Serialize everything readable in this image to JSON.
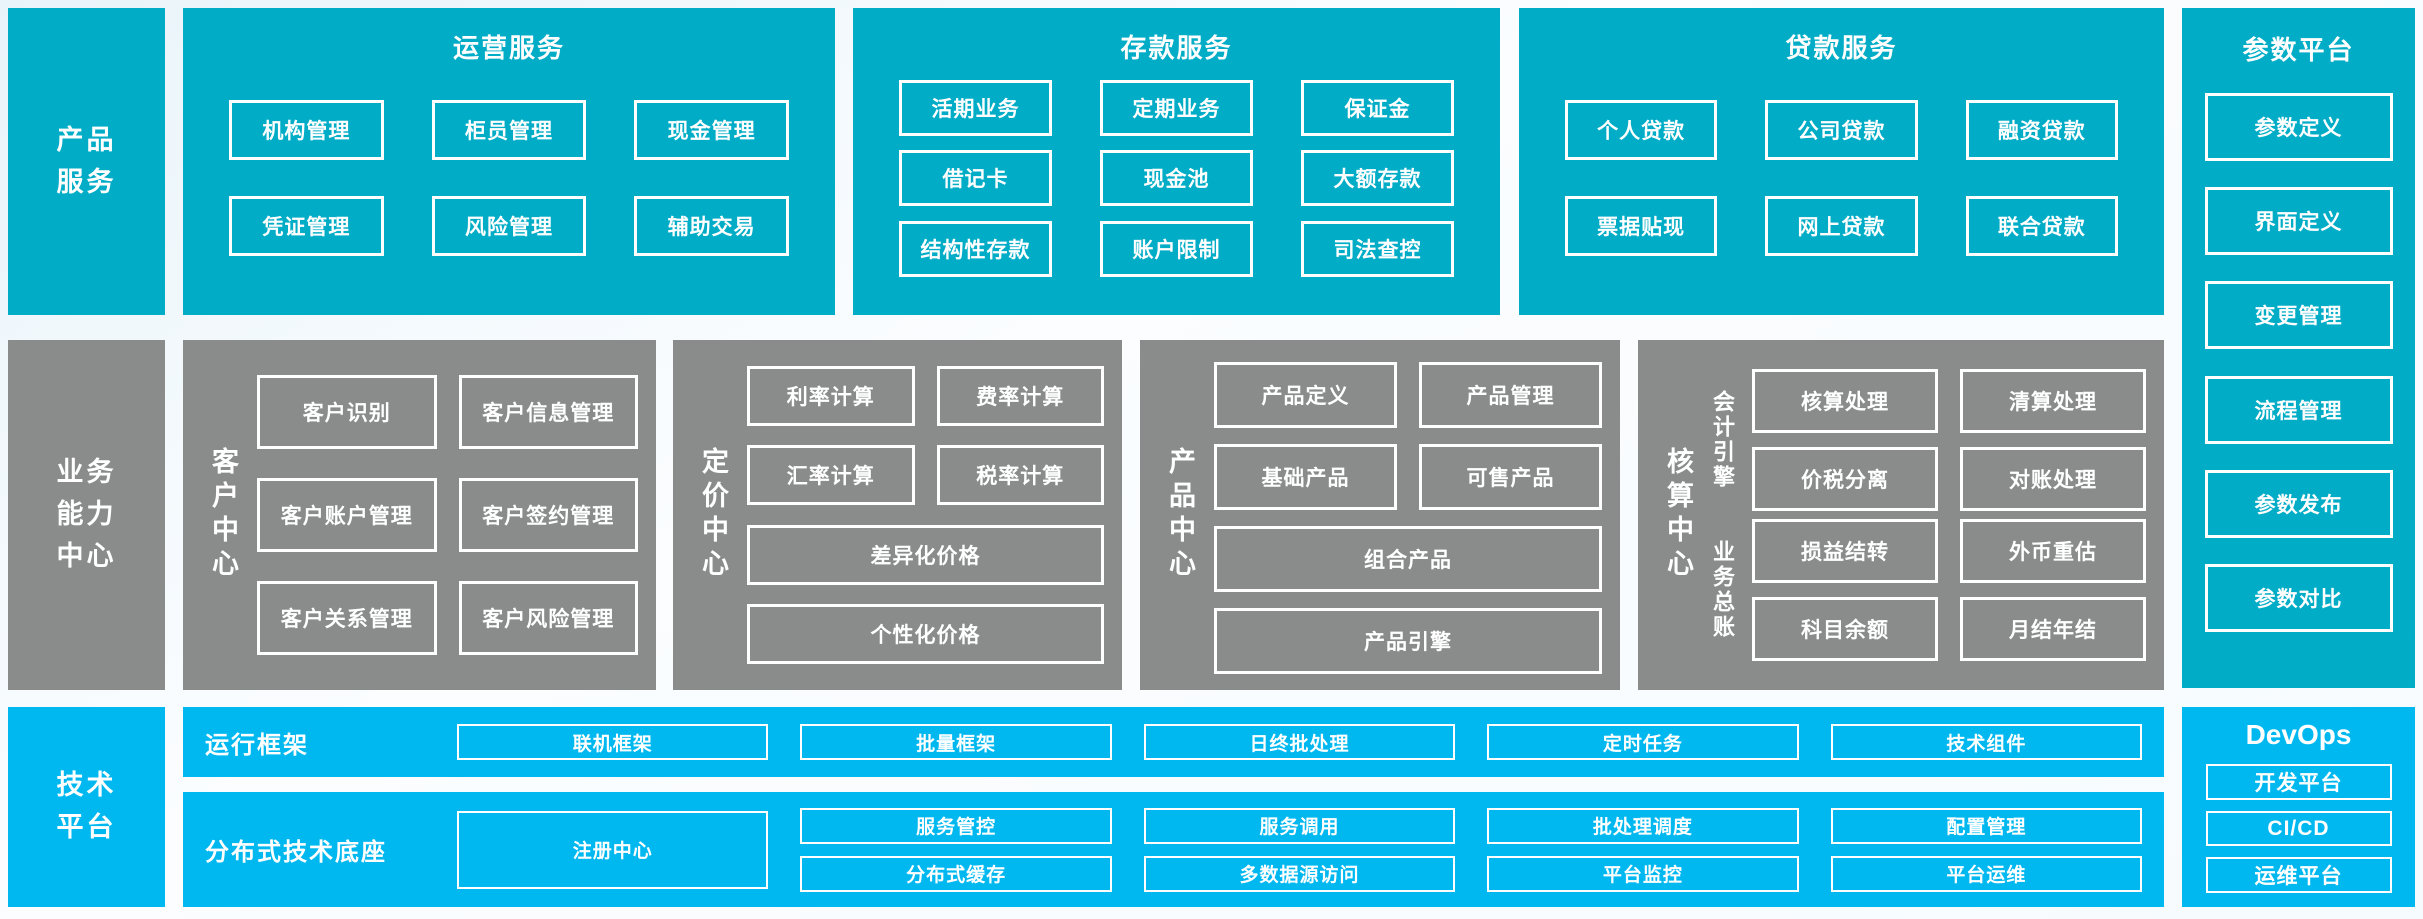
{
  "palette": {
    "teal": "#00ACC6",
    "blue": "#00B8F0",
    "gray": "#8A8C8C",
    "box_border": "#FFFFFF",
    "text": "#FFFFFF"
  },
  "sidebars": {
    "product": [
      "产品",
      "服务"
    ],
    "business": [
      "业务",
      "能力",
      "中心"
    ],
    "tech": [
      "技术",
      "平台"
    ]
  },
  "top_groups": [
    {
      "title": "运营服务",
      "rows": [
        [
          "机构管理",
          "柜员管理",
          "现金管理"
        ],
        [
          "凭证管理",
          "风险管理",
          "辅助交易"
        ]
      ]
    },
    {
      "title": "存款服务",
      "rows": [
        [
          "活期业务",
          "定期业务",
          "保证金"
        ],
        [
          "借记卡",
          "现金池",
          "大额存款"
        ],
        [
          "结构性存款",
          "账户限制",
          "司法查控"
        ]
      ]
    },
    {
      "title": "贷款服务",
      "rows": [
        [
          "个人贷款",
          "公司贷款",
          "融资贷款"
        ],
        [
          "票据贴现",
          "网上贷款",
          "联合贷款"
        ]
      ]
    }
  ],
  "parameter_platform": {
    "title": "参数平台",
    "items": [
      "参数定义",
      "界面定义",
      "变更管理",
      "流程管理",
      "参数发布",
      "参数对比"
    ]
  },
  "centers": [
    {
      "label": "客户中心",
      "cells": [
        "客户识别",
        "客户信息管理",
        "客户账户管理",
        "客户签约管理",
        "客户关系管理",
        "客户风险管理"
      ]
    },
    {
      "label": "定价中心",
      "cells": [
        "利率计算",
        "费率计算",
        "汇率计算",
        "税率计算"
      ],
      "wide": [
        "差异化价格",
        "个性化价格"
      ]
    },
    {
      "label": "产品中心",
      "cells": [
        "产品定义",
        "产品管理",
        "基础产品",
        "可售产品"
      ],
      "wide": [
        "组合产品",
        "产品引擎"
      ]
    },
    {
      "label": "核算中心",
      "sections": [
        {
          "label": "会计引擎",
          "cells": [
            "核算处理",
            "清算处理",
            "价税分离",
            "对账处理"
          ]
        },
        {
          "label": "业务总账",
          "cells": [
            "损益结转",
            "外币重估",
            "科目余额",
            "月结年结"
          ]
        }
      ]
    }
  ],
  "runtime_row": {
    "label": "运行框架",
    "items": [
      "联机框架",
      "批量框架",
      "日终批处理",
      "定时任务",
      "技术组件"
    ]
  },
  "distributed_row": {
    "label": "分布式技术底座",
    "registry": "注册中心",
    "columns": [
      [
        "服务管控",
        "分布式缓存"
      ],
      [
        "服务调用",
        "多数据源访问"
      ],
      [
        "批处理调度",
        "平台监控"
      ],
      [
        "配置管理",
        "平台运维"
      ]
    ]
  },
  "devops": {
    "title": "DevOps",
    "items": [
      "开发平台",
      "CI/CD",
      "运维平台"
    ]
  }
}
